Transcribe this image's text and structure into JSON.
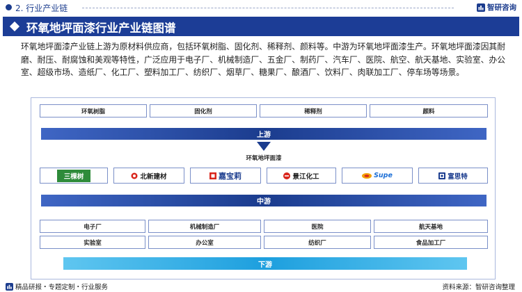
{
  "header": {
    "section_title": "2. 行业产业链",
    "brand": "智研咨询"
  },
  "title": "环氧地坪面漆行业产业链图谱",
  "intro": "环氧地坪面漆产业链上游为原材料供应商，包括环氧树脂、固化剂、稀释剂、颜料等。中游为环氧地坪面漆生产。环氧地坪面漆因其耐磨、耐压、耐腐蚀和美观等特性，广泛应用于电子厂、机械制造厂、五金厂、制药厂、汽车厂、医院、航空、航天基地、实验室、办公室、超级市场、造纸厂、化工厂、塑料加工厂、纺织厂、烟草厂、糖果厂、酿酒厂、饮料厂、肉联加工厂、停车场等场景。",
  "upstream": {
    "items": [
      "环氧树脂",
      "固化剂",
      "稀释剂",
      "颜料"
    ],
    "label": "上游"
  },
  "midstream": {
    "product": "环氧地坪面漆",
    "companies": [
      {
        "name": "三棵树",
        "color": "#2e8b3a"
      },
      {
        "name": "北新建材",
        "color": "#1a1a1a"
      },
      {
        "name": "嘉宝莉",
        "color": "#1b3c8e"
      },
      {
        "name": "景江化工",
        "color": "#1a1a1a"
      },
      {
        "name": "Supe",
        "color": "#1d6fd6"
      },
      {
        "name": "富思特",
        "color": "#1b3c8e"
      }
    ],
    "label": "中游"
  },
  "downstream": {
    "items": [
      "电子厂",
      "机械制造厂",
      "医院",
      "航天基地",
      "实验室",
      "办公室",
      "纺织厂",
      "食品加工厂"
    ],
    "label": "下游"
  },
  "footer": {
    "left": "精品研报・专题定制・行业服务",
    "right": "资料来源：智研咨询整理"
  },
  "colors": {
    "primary": "#1b3c8e",
    "downstream": "#1d9fde"
  }
}
